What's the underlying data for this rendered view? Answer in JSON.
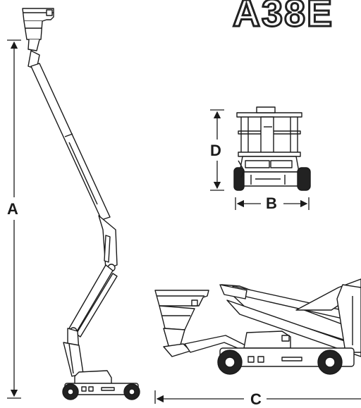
{
  "header": {
    "model_title": "A38E"
  },
  "dimensions": {
    "a": "A",
    "b": "B",
    "c": "C",
    "d": "D"
  },
  "views": {
    "side": "side-elevation-extended",
    "front": "front-elevation",
    "stowed": "side-elevation-stowed"
  },
  "colors": {
    "stroke": "#1a1a1a",
    "fill": "#ffffff",
    "tire": "#222222"
  }
}
